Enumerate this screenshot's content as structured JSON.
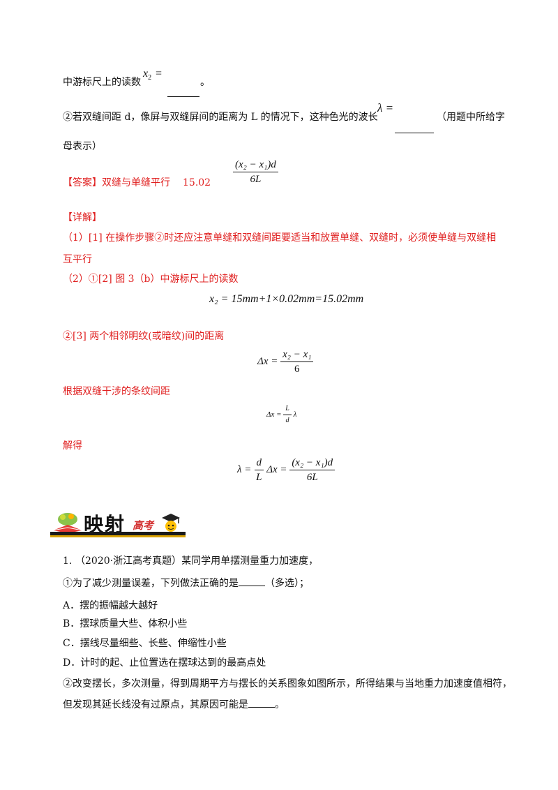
{
  "line_x2_reading": {
    "prefix": "中游标尺上的读数",
    "var": "x",
    "sub": "2",
    "eq": "=",
    "suffix": "。"
  },
  "line_wavelength": {
    "text": "②若双缝间距 d，像屏与双缝屏间的距离为 L 的情况下，这种色光的波长",
    "lambda": "λ =",
    "hint": "（用题中所给字",
    "hint2": "母表示）"
  },
  "answer": {
    "label": "【答案】",
    "part1": "双缝与单缝平行",
    "part2": "15.02",
    "frac_num": "(x₂ − x₁)d",
    "frac_den": "6L"
  },
  "detail": {
    "label": "【详解】",
    "p1": "（1）[1] 在操作步骤②时还应注意单缝和双缝间距要适当和放置单缝、双缝时，必须使单缝与双缝相",
    "p1b": "互平行",
    "p2": "（2）①[2] 图 3（b）中游标尺上的读数",
    "eq1": "x₂ = 15mm+1×0.02mm=15.02mm",
    "p3": "②[3] 两个相邻明纹(或暗纹)间的距离",
    "eq2_lhs": "Δx =",
    "eq2_num": "x₂ − x₁",
    "eq2_den": "6",
    "p4": "根据双缝干涉的条纹间距",
    "eq3_lhs": "Δx =",
    "eq3_num": "L",
    "eq3_den": "d",
    "eq3_tail": "λ",
    "p5": "解得",
    "eq4_lhs": "λ =",
    "eq4_num1": "d",
    "eq4_den1": "L",
    "eq4_mid": "Δx =",
    "eq4_num2": "(x₂ − x₁)d",
    "eq4_den2": "6L"
  },
  "banner": {
    "title": "映射",
    "subtitle": "高考"
  },
  "question": {
    "number": "1.",
    "source": "（2020·浙江高考真题）某同学用单摆测量重力加速度，",
    "q1": "①为了减少测量误差，下列做法正确的是",
    "q1_tail": "（多选）；",
    "options": [
      "A．摆的振幅越大越好",
      "B．摆球质量大些、体积小些",
      "C．摆线尽量细些、长些、伸缩性小些",
      "D．计时的起、止位置选在摆球达到的最高点处"
    ],
    "q2": "②改变摆长，多次测量，得到周期平方与摆长的关系图象如图所示，所得结果与当地重力加速度值相符，",
    "q2b": "但发现其延长线没有过原点，其原因可能是",
    "q2b_tail": "。"
  }
}
